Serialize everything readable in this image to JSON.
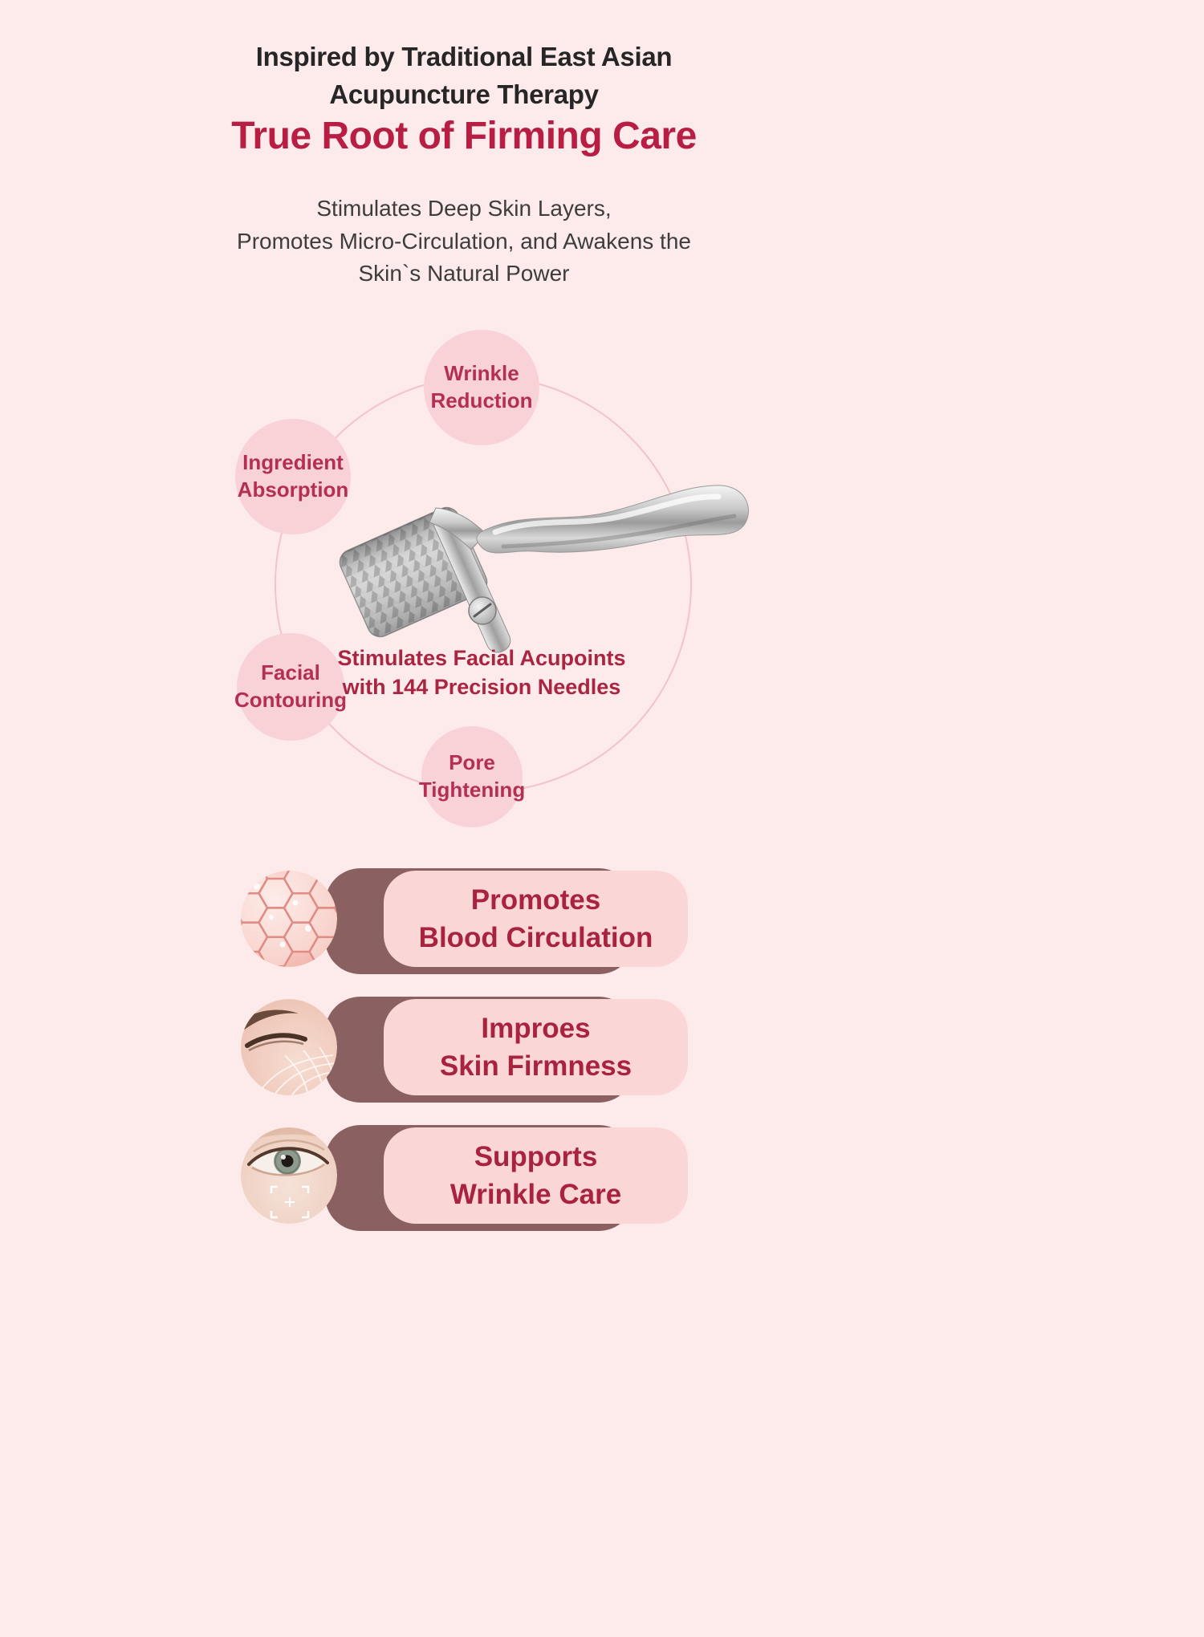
{
  "colors": {
    "bg": "#fdeaea",
    "accent": "#b81d44",
    "text-dark": "#262626",
    "text-sub": "#3d3d3d",
    "bubble-bg": "#f9d2d7",
    "bubble-text": "#b33053",
    "caption-text": "#a92542",
    "card-dark": "#8a6060",
    "card-light": "#fbd6d6",
    "card-text": "#a8233f",
    "ring": "#f2c3c9"
  },
  "header": {
    "eyebrow": "Inspired by Traditional East Asian\nAcupuncture Therapy",
    "title": "True Root of Firming Care",
    "subtitle": "Stimulates Deep Skin Layers,\nPromotes Micro-Circulation, and Awakens the\nSkin`s Natural Power"
  },
  "diagram": {
    "bubbles": [
      {
        "label": "Wrinkle\nReduction"
      },
      {
        "label": "Ingredient\nAbsorption"
      },
      {
        "label": "Facial\nContouring"
      },
      {
        "label": "Pore\nTightening"
      }
    ],
    "caption": "Stimulates Facial Acupoints\nwith 144 Precision Needles",
    "center_image": "derma-roller"
  },
  "benefits": [
    {
      "label": "Promotes\nBlood Circulation",
      "image": "skin-cells"
    },
    {
      "label": "Improes\nSkin Firmness",
      "image": "eye-skin-firmness"
    },
    {
      "label": "Supports\nWrinkle Care",
      "image": "eye-wrinkle-target"
    }
  ]
}
